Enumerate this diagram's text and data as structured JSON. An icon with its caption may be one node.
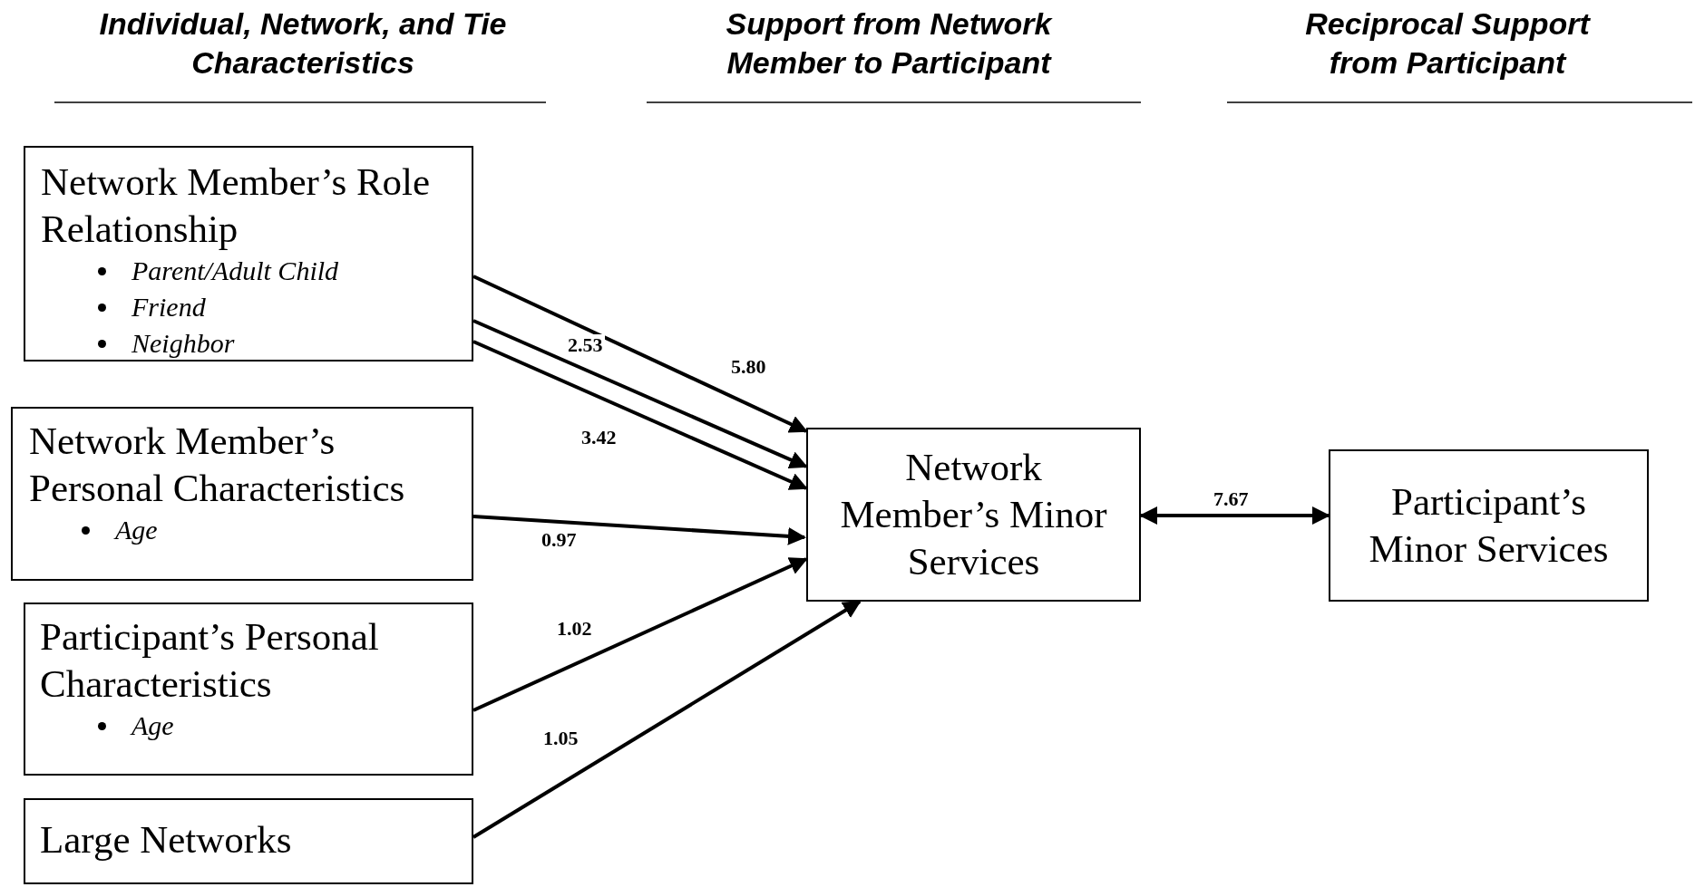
{
  "diagram": {
    "nodes": [
      {
        "text": [
          "Network Member’s Role Relationship",
          "Parent/Adult Child",
          "Friend",
          "Neighbor"
        ]
      },
      {
        "text": [
          "Network Member’s Personal Characteristics",
          "Age"
        ]
      },
      {
        "text": [
          "Participant’s Personal Characteristics",
          "Age"
        ]
      },
      {
        "text": [
          "Large Networks"
        ]
      },
      {
        "text": [
          "Network Member’s Minor Services"
        ]
      },
      {
        "text": [
          "Participant’s Minor Services"
        ]
      }
    ],
    "edges": [
      {
        "from": 0,
        "to": 4,
        "arrow": "to",
        "label": "5.80"
      },
      {
        "from": 0,
        "to": 4,
        "arrow": "to",
        "label": "2.53"
      },
      {
        "from": 0,
        "to": 4,
        "arrow": "to",
        "label": "3.42"
      },
      {
        "from": 1,
        "to": 4,
        "arrow": "to",
        "label": "0.97"
      },
      {
        "from": 2,
        "to": 4,
        "arrow": "to",
        "label": "1.02"
      },
      {
        "from": 3,
        "to": 4,
        "arrow": "to",
        "label": "1.05"
      },
      {
        "from": 4,
        "to": 5,
        "arrow": "both",
        "label": "7.67"
      }
    ],
    "labels": [
      "Individual, Network, and Tie Characteristics",
      "Support from Network Member to Participant",
      "Reciprocal Support from Participant"
    ]
  }
}
